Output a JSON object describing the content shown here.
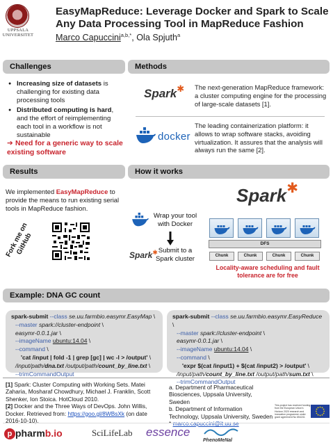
{
  "header": {
    "university": "UPPSALA UNIVERSITET",
    "title": "EasyMapReduce: Leverage Docker and Spark to Scale Any Data Processing Tool in MapReduce Fashion",
    "author1": "Marco Capuccini",
    "author1_sup": "a,b,*",
    "author_sep": ", ",
    "author2": "Ola Spjuth",
    "author2_sup": "a"
  },
  "sections": {
    "challenges": "Challenges",
    "methods": "Methods",
    "results": "Results",
    "how": "How it works",
    "example": "Example: DNA GC count"
  },
  "challenges": {
    "item1_bold": "Increasing size of datasets",
    "item1_rest": " is challenging for existing data processing tools",
    "item2_bold": "Distributed computing is hard",
    "item2_rest": ", and the effort of reimplementing each tool in a workflow is not sustainable",
    "need": "Need for a generic way to scale existing software"
  },
  "methods": {
    "spark_logo": "Spark",
    "spark_text": "The next-generation MapReduce framework: a cluster computing engine for the processing of large-scale datasets [1].",
    "docker_logo": "docker",
    "docker_text": "The leading containerization platform: it allows to wrap software stacks, avoiding virtualization. It assures that the analysis will always run the same [2]."
  },
  "results": {
    "pre": "We implemented ",
    "name": "EasyMapReduce",
    "post": " to provide the means to run existing serial tools in MapReduce fashion.",
    "fork": "Fork me on GitHub"
  },
  "how": {
    "wrap": "Wrap your tool with Docker",
    "submit": "Submit to a Spark cluster",
    "spark_logo": "Spark",
    "dfs": "DFS",
    "chunks": [
      "Chunk",
      "Chunk",
      "Chunk",
      "Chunk"
    ],
    "locality": "Locality-aware scheduling and fault tolerance are for free"
  },
  "example": {
    "left": {
      "cmd": "spark-submit",
      "class_flag": " --class",
      "class_val": " se.uu.farmbio.easymr.EasyMap",
      "master_flag": "--master",
      "master_val": " spark://cluster-endpoint",
      "jar": "easymr-0.0.1.jar",
      "image_flag": "--imageName",
      "image_val": "ubuntu:14.04",
      "command_flag": "--command",
      "command_val": "'cat /input | fold -1 | grep [gc] | wc -l > /output'",
      "path1": "/input/path/",
      "file1": "dna.txt",
      "path2": " /output/path/",
      "file2": "count_by_line.txt",
      "trim": "--trimCommandOutput"
    },
    "right": {
      "cmd": "spark-submit",
      "class_flag": " --class",
      "class_val": " se.uu.farmbio.easymr.EasyReduce",
      "master_flag": "--master",
      "master_val": " spark://cluster-endpoint",
      "jar": "easymr-0.0.1.jar",
      "image_flag": "--imageName",
      "image_val": "ubuntu:14.04",
      "command_flag": "--command",
      "command_val": "'expr $(cat /input1) + $(cat /input2) > /output'",
      "path1": "/input/path/",
      "file1": "count_by_line.txt",
      "path2": " /output/path/",
      "file2": "sum.txt",
      "trim": "--trimCommandOutput"
    },
    "backslash": " \\"
  },
  "refs": {
    "r1_num": "[1]",
    "r1": " Spark: Cluster Computing with Working Sets. Matei Zaharia, Mosharaf Chowdhury, Michael J. Franklin, Scott Shenker, Ion Stoica. HotCloud 2010.",
    "r2_num": "[2]",
    "r2": " Docker and the Three Ways of DevOps. John Willis, Docker. Retrieved from: ",
    "r2_link": "https://goo.gl/8WBsXk",
    "r2_end": " (on date 2016-10-10)."
  },
  "affiliations": {
    "a": "a. Department of Pharmaceutical Biosciences, Uppsala University, Sweden",
    "b": "b. Department of Information Technology, Uppsala University, Sweden",
    "star": "* ",
    "email": "marco.capuccini@it.uu.se"
  },
  "eu_text": "This project has received funding from the European Union's Horizon 2020 research and innovation programme under grant agreement No 654241",
  "footer": {
    "pharmbio_p": "p",
    "pharmbio": "pharm",
    "pharmbio_b": "b.io",
    "scilifelab": "SciLifeLab",
    "essence": "essence",
    "phenomenal": "PhenoMeNal"
  },
  "colors": {
    "accent_red": "#c8232c",
    "section_gray": "#c7c7c7",
    "docker_blue": "#1d63b8",
    "spark_orange": "#e25a1c"
  }
}
